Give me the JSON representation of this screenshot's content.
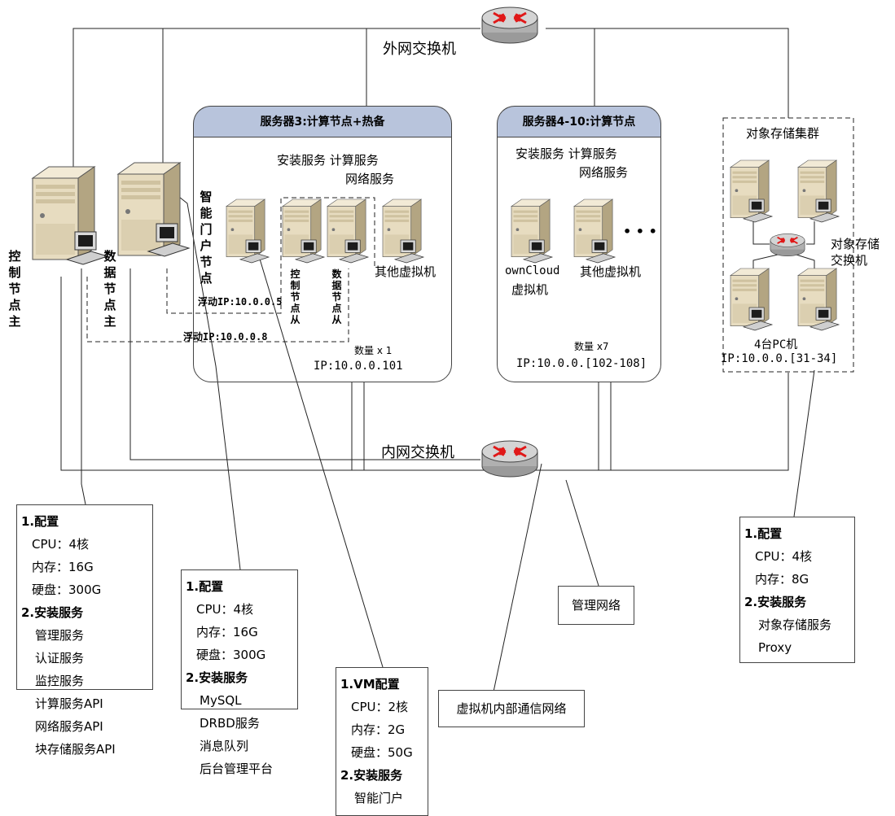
{
  "switches": {
    "external": "外网交换机",
    "internal": "内网交换机",
    "object_storage": "对象存储交换机"
  },
  "nodes": {
    "control_master": "控制节点主",
    "data_master": "数据节点主",
    "portal": "智能门户节点",
    "control_slave": "控制节点从",
    "data_slave": "数据节点从"
  },
  "floating_ips": {
    "ip5": "浮动IP:10.0.0.5",
    "ip8": "浮动IP:10.0.0.8"
  },
  "server3": {
    "title": "服务器3:计算节点+热备",
    "services_line1": "安装服务 计算服务",
    "services_line2": "网络服务",
    "other_vm": "其他虚拟机",
    "count": "数量 x 1",
    "ip": "IP:10.0.0.101"
  },
  "server4_10": {
    "title": "服务器4-10:计算节点",
    "services_line1": "安装服务 计算服务",
    "services_line2": "网络服务",
    "owncloud_line1": "ownCloud",
    "owncloud_line2": "虚拟机",
    "other_vm": "其他虚拟机",
    "ellipsis": "• • •",
    "count": "数量 x7",
    "ip": "IP:10.0.0.[102-108]"
  },
  "object_storage": {
    "title": "对象存储集群",
    "pc_count": "4台PC机",
    "ip": "IP:10.0.0.[31-34]"
  },
  "config_control": {
    "rows": [
      {
        "text": "1.配置",
        "style": "h"
      },
      {
        "text": "CPU：4核",
        "style": "i1"
      },
      {
        "text": "内存：16G",
        "style": "i1"
      },
      {
        "text": "硬盘：300G",
        "style": "i1"
      },
      {
        "text": "2.安装服务",
        "style": "h"
      },
      {
        "text": "管理服务",
        "style": "i2"
      },
      {
        "text": "认证服务",
        "style": "i2"
      },
      {
        "text": "监控服务",
        "style": "i2"
      },
      {
        "text": "计算服务API",
        "style": "i2"
      },
      {
        "text": "网络服务API",
        "style": "i2"
      },
      {
        "text": "块存储服务API",
        "style": "i2"
      }
    ]
  },
  "config_data": {
    "rows": [
      {
        "text": "1.配置",
        "style": "h"
      },
      {
        "text": "CPU：4核",
        "style": "i1"
      },
      {
        "text": "内存：16G",
        "style": "i1"
      },
      {
        "text": "硬盘：300G",
        "style": "i1"
      },
      {
        "text": "2.安装服务",
        "style": "h"
      },
      {
        "text": "MySQL",
        "style": "i2"
      },
      {
        "text": "DRBD服务",
        "style": "i2"
      },
      {
        "text": "消息队列",
        "style": "i2"
      },
      {
        "text": "后台管理平台",
        "style": "i2"
      }
    ]
  },
  "config_vm": {
    "rows": [
      {
        "text": "1.VM配置",
        "style": "h"
      },
      {
        "text": "CPU：2核",
        "style": "i1"
      },
      {
        "text": "内存：2G",
        "style": "i1"
      },
      {
        "text": "硬盘：50G",
        "style": "i1"
      },
      {
        "text": "2.安装服务",
        "style": "h"
      },
      {
        "text": "智能门户",
        "style": "i2"
      }
    ]
  },
  "config_storage": {
    "rows": [
      {
        "text": "1.配置",
        "style": "h"
      },
      {
        "text": "CPU：4核",
        "style": "i1"
      },
      {
        "text": "内存：8G",
        "style": "i1"
      },
      {
        "text": "2.安装服务",
        "style": "h"
      },
      {
        "text": "对象存储服务",
        "style": "i2"
      },
      {
        "text": "Proxy",
        "style": "i2"
      }
    ]
  },
  "notes": {
    "mgmt_network": "管理网络",
    "vm_network": "虚拟机内部通信网络"
  },
  "colors": {
    "header_fill": "#b8c4dc",
    "router_red": "#e01818",
    "server_beige": "#e7dcc0"
  }
}
